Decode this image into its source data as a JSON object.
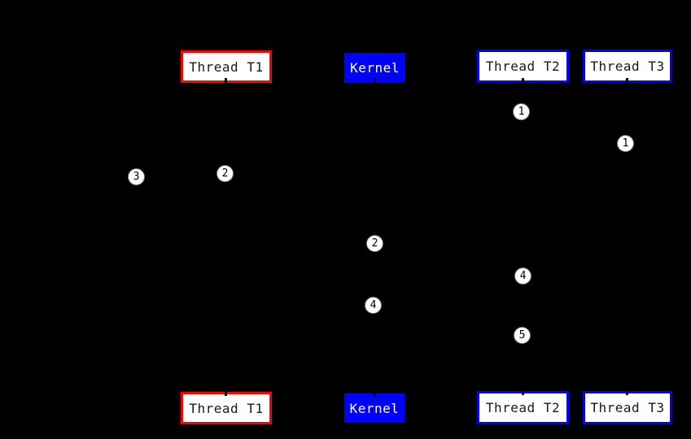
{
  "diagram": {
    "type": "sequence-diagram",
    "background_color": "#000000",
    "colors": {
      "thread_t1_border": "#ff0000",
      "thread_t2_border": "#0000ff",
      "thread_t3_border": "#0000ff",
      "kernel_fill": "#0000ff",
      "participant_fill": "#ffffff",
      "participant_text": "#1a1a1a",
      "kernel_text": "#ffffff",
      "marker_fill": "#ffffff",
      "marker_text": "#000000"
    },
    "participants": [
      {
        "label": "Thread T1"
      },
      {
        "label": "Kernel"
      },
      {
        "label": "Thread T2"
      },
      {
        "label": "Thread T3"
      }
    ],
    "markers": [
      {
        "label": "3",
        "lifeline": "left-of-thread-t1"
      },
      {
        "label": "2",
        "lifeline": "thread-t1"
      },
      {
        "label": "1",
        "lifeline": "thread-t2"
      },
      {
        "label": "1",
        "lifeline": "thread-t3"
      },
      {
        "label": "2",
        "lifeline": "kernel"
      },
      {
        "label": "4",
        "lifeline": "kernel"
      },
      {
        "label": "4",
        "lifeline": "thread-t2"
      },
      {
        "label": "5",
        "lifeline": "thread-t2"
      }
    ]
  }
}
